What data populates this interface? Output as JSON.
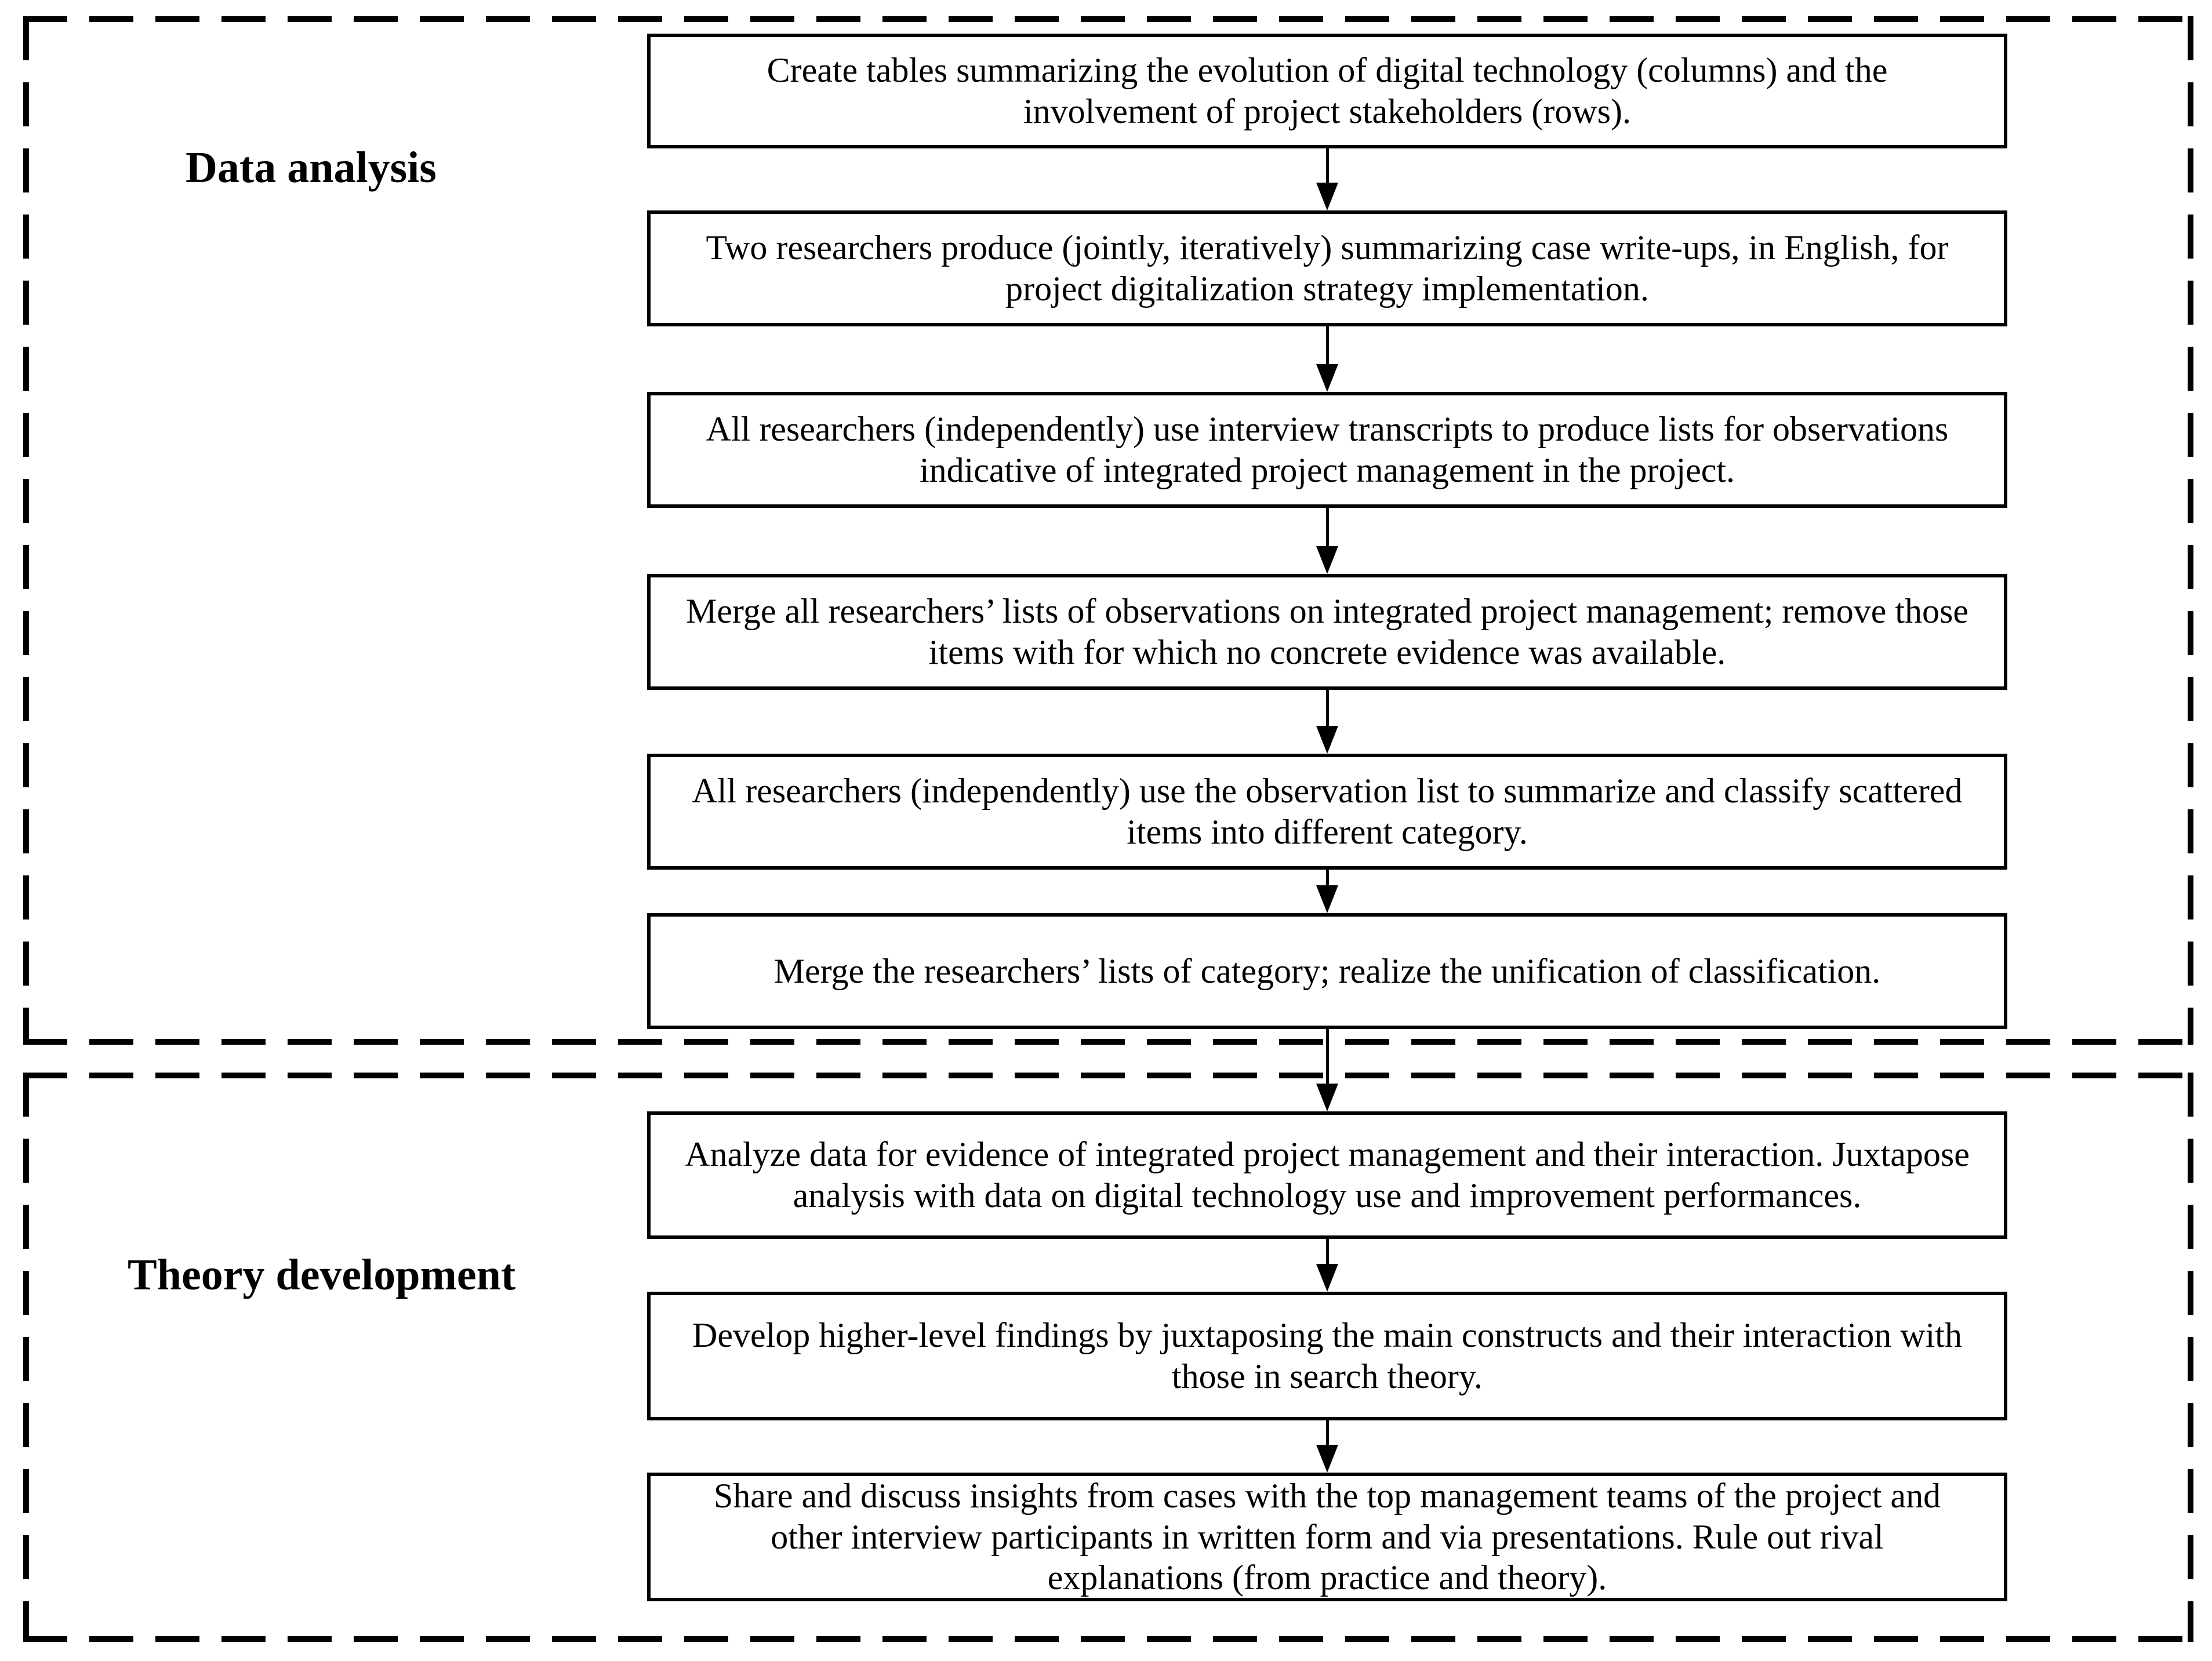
{
  "colors": {
    "ink": "#000000",
    "background": "#ffffff"
  },
  "sections": [
    {
      "label": "Data analysis",
      "steps": [
        {
          "text": "Create tables summarizing the evolution of digital technology (columns) and the\ninvolvement of project stakeholders (rows)."
        },
        {
          "text": "Two researchers produce (jointly, iteratively) summarizing case write-ups, in English, for\nproject digitalization strategy implementation."
        },
        {
          "text": "All researchers (independently) use interview transcripts to produce lists for observations\nindicative of integrated project management in the project."
        },
        {
          "text": "Merge all researchers’ lists of observations on integrated project management; remove those\nitems with for which no concrete evidence was available."
        },
        {
          "text": "All researchers (independently) use the observation list to summarize and classify scattered\nitems into different category."
        },
        {
          "text": "Merge the researchers’ lists of category; realize the unification of classification."
        }
      ]
    },
    {
      "label": "Theory development",
      "steps": [
        {
          "text": "Analyze data for evidence of integrated project management and their interaction. Juxtapose\nanalysis with data on digital technology use and improvement performances."
        },
        {
          "text": "Develop higher-level findings by juxtaposing the main constructs and their interaction with\nthose in search theory."
        },
        {
          "text": "Share and discuss insights from cases with the top management teams of the project and\nother interview participants in written form and via presentations. Rule out rival\nexplanations (from practice and theory)."
        }
      ]
    }
  ]
}
